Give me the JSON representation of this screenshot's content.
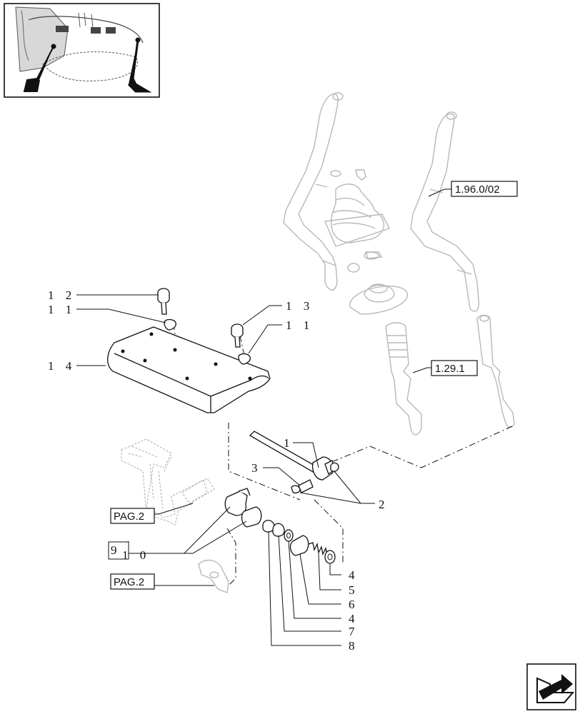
{
  "thumbnail": {
    "icon": "tractor-pedals-thumbnail-icon"
  },
  "references": {
    "ref_a": "1.96.0/02",
    "ref_b": "1.29.1",
    "ref_c": "PAG.2",
    "ref_d": "PAG.2"
  },
  "callouts": {
    "c12": "1 2",
    "c11a": "1 1",
    "c13": "1 3",
    "c11b": "1 1",
    "c14": "1 4",
    "c1": "1",
    "c3": "3",
    "c2": "2",
    "c9": "9",
    "c10": "1 0",
    "c4a": "4",
    "c5": "5",
    "c6": "6",
    "c4b": "4",
    "c7": "7",
    "c8": "8"
  },
  "nav": {
    "icon": "next-page-arrow-icon"
  }
}
